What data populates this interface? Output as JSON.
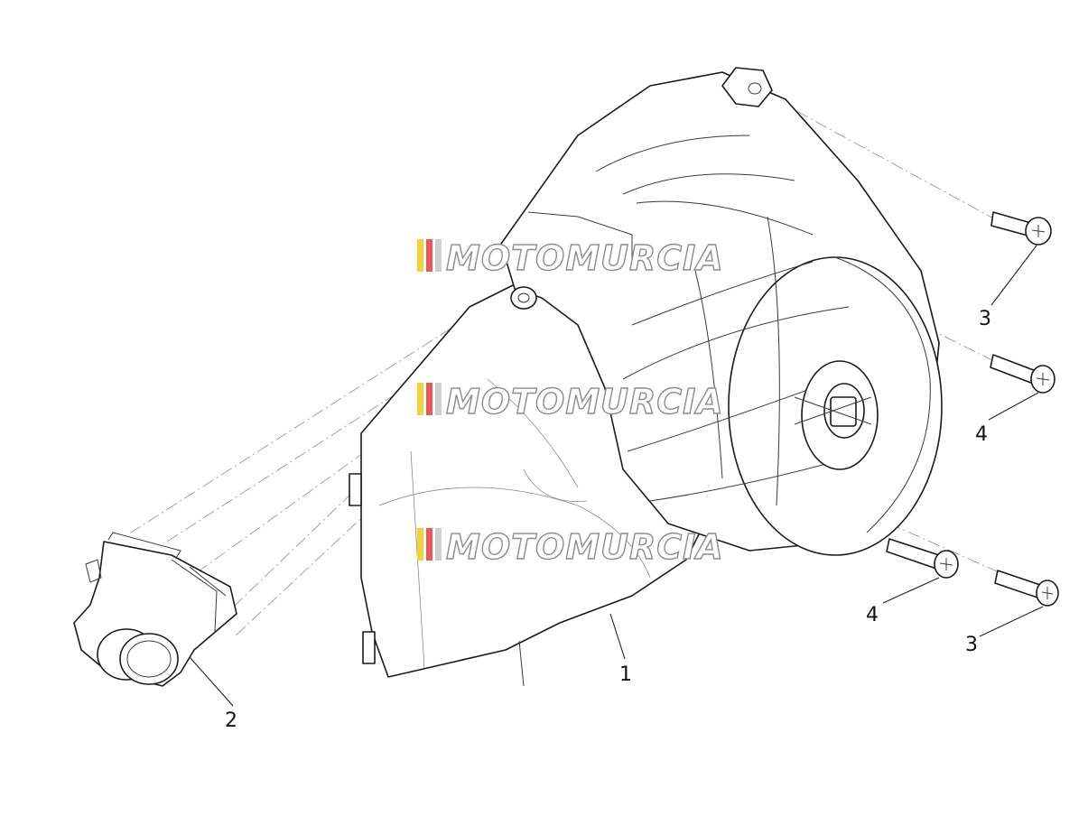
{
  "diagram": {
    "parts": [
      {
        "number": "1",
        "name": "flywheel-cover"
      },
      {
        "number": "2",
        "name": "air-duct"
      },
      {
        "number": "3",
        "name": "screw"
      },
      {
        "number": "4",
        "name": "screw"
      }
    ],
    "callouts": {
      "cover": "1",
      "duct": "2",
      "screw_upper": "3",
      "screw_mid": "4",
      "screw_lower_left": "4",
      "screw_lower_right": "3"
    }
  },
  "watermark": {
    "brand": "MOTOMURCIA",
    "colors": [
      "#f2d13a",
      "#e85a5a",
      "#cfcfcf"
    ]
  }
}
